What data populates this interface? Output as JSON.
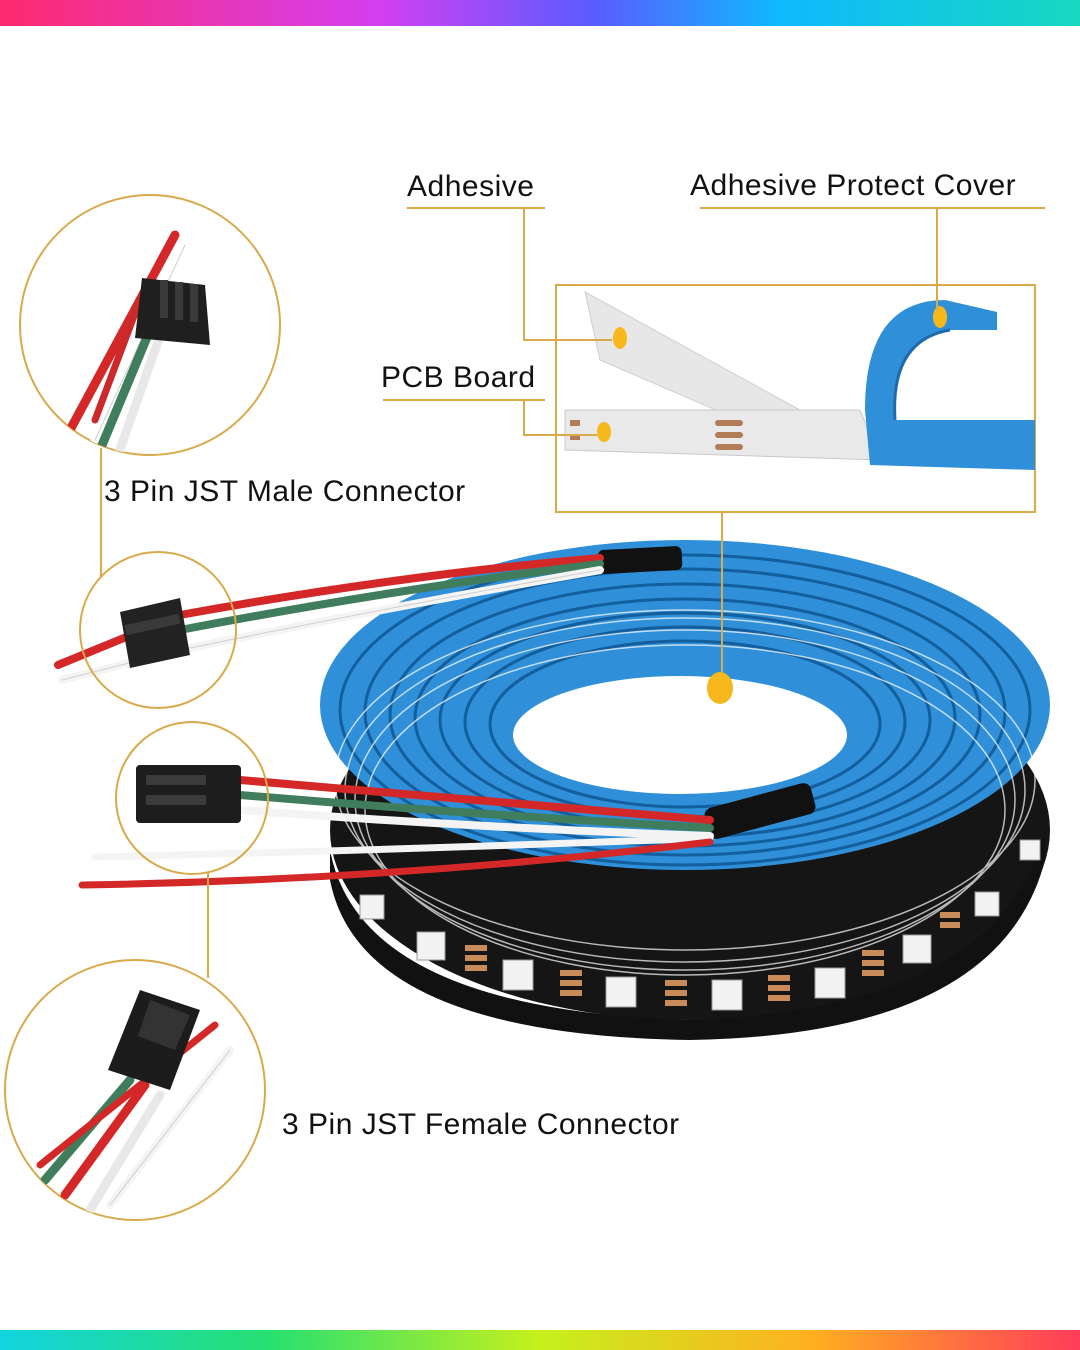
{
  "labels": {
    "adhesive": "Adhesive",
    "adhesive_protect_cover": "Adhesive Protect Cover",
    "pcb_board": "PCB Board",
    "male_connector": "3 Pin JST Male Connector",
    "female_connector": "3 Pin JST Female Connector"
  },
  "colors": {
    "leader_line": "#d9a94a",
    "marker_dot": "#f6b81a",
    "protect_cover": "#2f8fd8",
    "pcb": "#1a1a1a",
    "wire_red": "#d42828",
    "wire_green": "#3f7d5c",
    "wire_white": "#f4f4f4",
    "connector": "#222222"
  },
  "icons": {
    "strip": "led-strip-reel-illustration",
    "male_plug": "jst-male-plug-icon",
    "female_plug": "jst-female-plug-icon"
  }
}
